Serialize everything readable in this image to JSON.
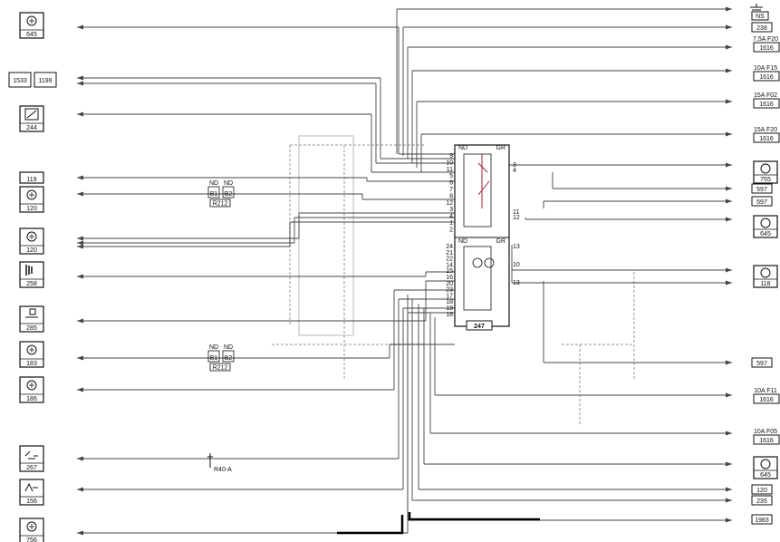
{
  "colors": {
    "wire": "#444444",
    "ink": "#111111",
    "harness": "#b9b9b9",
    "bold": "#000000"
  },
  "left_components": [
    {
      "code": "645",
      "icon": "bulb-icon"
    },
    {
      "code": "1533",
      "icon": "connector-pair-icon",
      "second": "1199"
    },
    {
      "code": "244",
      "icon": "motor-icon"
    },
    {
      "code": "119",
      "icon": "none"
    },
    {
      "code": "120",
      "icon": "bulb-icon"
    },
    {
      "code": "120",
      "icon": "bulb-icon"
    },
    {
      "code": "258",
      "icon": "horn-icon"
    },
    {
      "code": "285",
      "icon": "pump-icon"
    },
    {
      "code": "183",
      "icon": "bulb-icon"
    },
    {
      "code": "186",
      "icon": "bulb-icon"
    },
    {
      "code": "267",
      "icon": "switch-icon"
    },
    {
      "code": "156",
      "icon": "sensor-icon"
    },
    {
      "code": "756",
      "icon": "bulb-icon"
    }
  ],
  "right_components": [
    {
      "code": "NS",
      "icon": "ground-icon"
    },
    {
      "code": "238",
      "icon": "none"
    },
    {
      "code": "1616",
      "fuse": "7,5A F20",
      "icon": "fuse-icon"
    },
    {
      "code": "1616",
      "fuse": "10A F15",
      "icon": "fuse-icon"
    },
    {
      "code": "1616",
      "fuse": "15A F02",
      "icon": "fuse-icon"
    },
    {
      "code": "1616",
      "fuse": "15A F20",
      "icon": "fuse-icon"
    },
    {
      "code": "755",
      "icon": "bulb-icon"
    },
    {
      "code": "597",
      "icon": "none"
    },
    {
      "code": "597",
      "icon": "none"
    },
    {
      "code": "645",
      "icon": "bulb-icon"
    },
    {
      "code": "118",
      "icon": "bulb-icon"
    },
    {
      "code": "597",
      "icon": "none"
    },
    {
      "code": "1616",
      "fuse": "10A F11",
      "icon": "fuse-icon"
    },
    {
      "code": "1616",
      "fuse": "10A F05",
      "icon": "fuse-icon"
    },
    {
      "code": "645",
      "icon": "bulb-icon"
    },
    {
      "code": "120",
      "icon": "none"
    },
    {
      "code": "235",
      "icon": "none"
    },
    {
      "code": "1983",
      "icon": "none"
    }
  ],
  "center_module": {
    "code": "247",
    "upper_block_id": "ND",
    "upper_block_out": "GR",
    "lower_block_id": "ND",
    "lower_block_out": "GR",
    "upper_left_pins": [
      "9",
      "10",
      "11",
      "5",
      "6",
      "7",
      "8",
      "12",
      "3",
      "4",
      "1",
      "2"
    ],
    "upper_right_pins": [
      "3",
      "4",
      "11",
      "12"
    ],
    "lower_left_pins": [
      "24",
      "21",
      "22",
      "14",
      "15",
      "16",
      "20",
      "23",
      "17",
      "18",
      "19",
      "18"
    ],
    "lower_right_pins": [
      "13",
      "10",
      "13"
    ]
  },
  "connectors": [
    {
      "code": "R212",
      "pins": [
        "ND",
        "ND",
        "B1",
        "B2"
      ]
    },
    {
      "code": "R212",
      "pins": [
        "ND",
        "ND",
        "B1",
        "B2"
      ]
    },
    {
      "code": "R40-A",
      "pins": []
    }
  ]
}
